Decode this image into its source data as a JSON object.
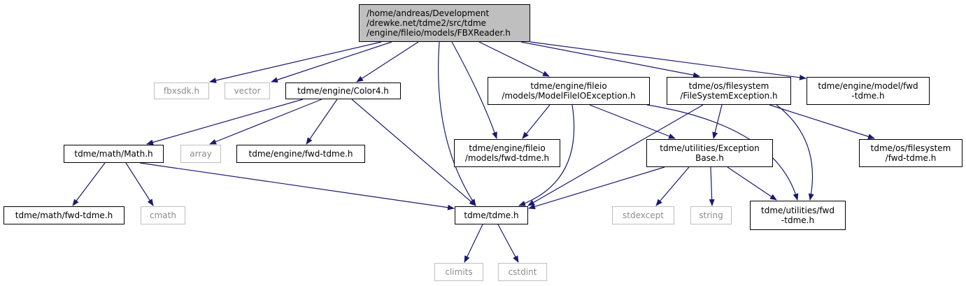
{
  "nodes": [
    {
      "id": "root",
      "lines": [
        "/home/andreas/Development",
        "/drewke.net/tdme2/src/tdme",
        "/engine/fileio/models/FBXReader.h"
      ],
      "type": "root"
    },
    {
      "id": "fbxsdk",
      "lines": [
        "fbxsdk.h"
      ],
      "type": "external"
    },
    {
      "id": "vector",
      "lines": [
        "vector"
      ],
      "type": "external"
    },
    {
      "id": "color4",
      "lines": [
        "tdme/engine/Color4.h"
      ],
      "type": "local"
    },
    {
      "id": "modelfileioexception",
      "lines": [
        "tdme/engine/fileio",
        "/models/ModelFileIOException.h"
      ],
      "type": "local"
    },
    {
      "id": "filesystemexception",
      "lines": [
        "tdme/os/filesystem",
        "/FileSystemException.h"
      ],
      "type": "local"
    },
    {
      "id": "model_fwd",
      "lines": [
        "tdme/engine/model/fwd",
        "-tdme.h"
      ],
      "type": "local"
    },
    {
      "id": "math",
      "lines": [
        "tdme/math/Math.h"
      ],
      "type": "local"
    },
    {
      "id": "array",
      "lines": [
        "array"
      ],
      "type": "external"
    },
    {
      "id": "engine_fwd",
      "lines": [
        "tdme/engine/fwd-tdme.h"
      ],
      "type": "local"
    },
    {
      "id": "models_fwd",
      "lines": [
        "tdme/engine/fileio",
        "/models/fwd-tdme.h"
      ],
      "type": "local"
    },
    {
      "id": "exceptionbase",
      "lines": [
        "tdme/utilities/Exception",
        "Base.h"
      ],
      "type": "local"
    },
    {
      "id": "filesystem_fwd",
      "lines": [
        "tdme/os/filesystem",
        "/fwd-tdme.h"
      ],
      "type": "local"
    },
    {
      "id": "math_fwd",
      "lines": [
        "tdme/math/fwd-tdme.h"
      ],
      "type": "local"
    },
    {
      "id": "cmath",
      "lines": [
        "cmath"
      ],
      "type": "external"
    },
    {
      "id": "tdme",
      "lines": [
        "tdme/tdme.h"
      ],
      "type": "local"
    },
    {
      "id": "stdexcept",
      "lines": [
        "stdexcept"
      ],
      "type": "external"
    },
    {
      "id": "string",
      "lines": [
        "string"
      ],
      "type": "external"
    },
    {
      "id": "utilities_fwd",
      "lines": [
        "tdme/utilities/fwd",
        "-tdme.h"
      ],
      "type": "local"
    },
    {
      "id": "climits",
      "lines": [
        "climits"
      ],
      "type": "external"
    },
    {
      "id": "cstdint",
      "lines": [
        "cstdint"
      ],
      "type": "external"
    }
  ],
  "edges": [
    [
      "root",
      "fbxsdk"
    ],
    [
      "root",
      "vector"
    ],
    [
      "root",
      "color4"
    ],
    [
      "root",
      "tdme"
    ],
    [
      "root",
      "models_fwd"
    ],
    [
      "root",
      "modelfileioexception"
    ],
    [
      "root",
      "filesystemexception"
    ],
    [
      "root",
      "model_fwd"
    ],
    [
      "color4",
      "math"
    ],
    [
      "color4",
      "array"
    ],
    [
      "color4",
      "engine_fwd"
    ],
    [
      "color4",
      "tdme"
    ],
    [
      "math",
      "math_fwd"
    ],
    [
      "math",
      "cmath"
    ],
    [
      "math",
      "tdme"
    ],
    [
      "modelfileioexception",
      "models_fwd"
    ],
    [
      "modelfileioexception",
      "tdme"
    ],
    [
      "modelfileioexception",
      "exceptionbase"
    ],
    [
      "modelfileioexception",
      "utilities_fwd"
    ],
    [
      "filesystemexception",
      "tdme"
    ],
    [
      "filesystemexception",
      "exceptionbase"
    ],
    [
      "filesystemexception",
      "utilities_fwd"
    ],
    [
      "filesystemexception",
      "filesystem_fwd"
    ],
    [
      "exceptionbase",
      "tdme"
    ],
    [
      "exceptionbase",
      "stdexcept"
    ],
    [
      "exceptionbase",
      "string"
    ],
    [
      "exceptionbase",
      "utilities_fwd"
    ],
    [
      "tdme",
      "climits"
    ],
    [
      "tdme",
      "cstdint"
    ]
  ],
  "colors": {
    "edge": "#191970",
    "root_fill": "#bfbfbf",
    "local_border": "#000000",
    "external_border": "#bfbfbf",
    "external_text": "#8c8c8c"
  }
}
